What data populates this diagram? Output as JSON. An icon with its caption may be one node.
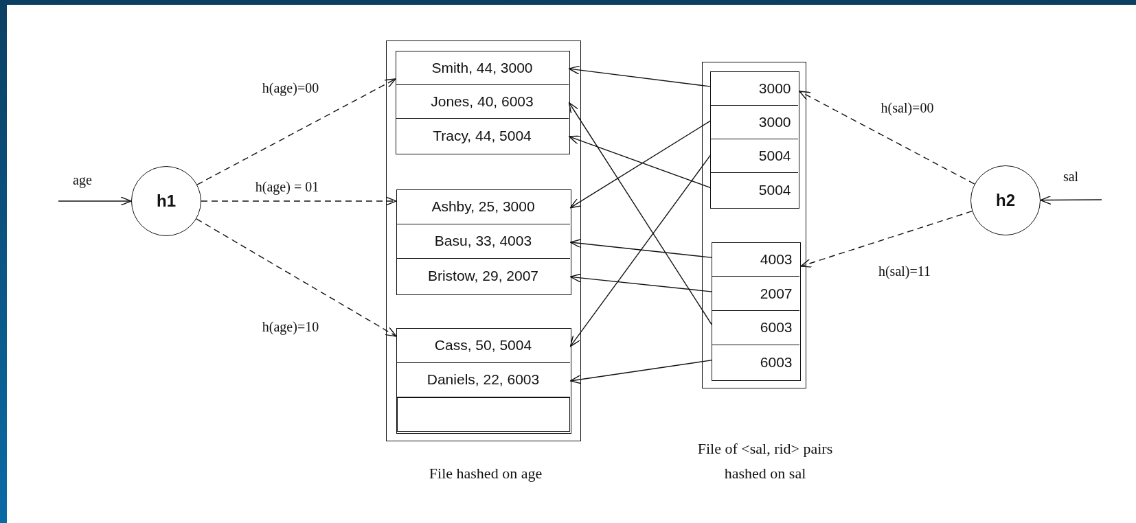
{
  "diagram": {
    "nodes": [
      {
        "text": [
          "h1"
        ]
      },
      {
        "text": [],
        "shape": "box",
        "beside": [
          "File hashed on age"
        ]
      },
      {
        "text": [],
        "shape": "box",
        "in": 1
      },
      {
        "text": [
          "Smith, 44, 3000"
        ],
        "in": 2
      },
      {
        "text": [
          "Jones, 40, 6003"
        ],
        "in": 2
      },
      {
        "text": [
          "Tracy, 44, 5004"
        ],
        "in": 2
      },
      {
        "text": [],
        "shape": "box",
        "in": 1
      },
      {
        "text": [
          "Ashby, 25, 3000"
        ],
        "in": 6
      },
      {
        "text": [
          "Basu, 33, 4003"
        ],
        "in": 6
      },
      {
        "text": [
          "Bristow, 29, 2007"
        ],
        "in": 6
      },
      {
        "text": [],
        "shape": "box",
        "in": 1
      },
      {
        "text": [
          "Cass, 50, 5004"
        ],
        "in": 10
      },
      {
        "text": [
          "Daniels, 22, 6003"
        ],
        "in": 10
      },
      {
        "text": [],
        "shape": "box",
        "in": 10
      },
      {
        "text": [],
        "shape": "box",
        "beside": [
          "File of <sal, rid> pairs hashed on sal"
        ]
      },
      {
        "text": [],
        "shape": "box",
        "in": 14
      },
      {
        "text": [
          "3000"
        ],
        "in": 15
      },
      {
        "text": [
          "3000"
        ],
        "in": 15
      },
      {
        "text": [
          "5004"
        ],
        "in": 15
      },
      {
        "text": [
          "5004"
        ],
        "in": 15
      },
      {
        "text": [],
        "shape": "box",
        "in": 14
      },
      {
        "text": [
          "4003"
        ],
        "in": 20
      },
      {
        "text": [
          "2007"
        ],
        "in": 20
      },
      {
        "text": [
          "6003"
        ],
        "in": 20
      },
      {
        "text": [
          "6003"
        ],
        "in": 20
      },
      {
        "text": [
          "h2"
        ]
      }
    ],
    "edges": [
      {
        "from": null,
        "to": 0,
        "arrow": "to",
        "label": "age"
      },
      {
        "from": 0,
        "to": 2,
        "arrow": "to",
        "label": "h(age)=00",
        "style": "dashed"
      },
      {
        "from": 0,
        "to": 6,
        "arrow": "to",
        "label": "h(age) = 01",
        "style": "dashed"
      },
      {
        "from": 0,
        "to": 10,
        "arrow": "to",
        "label": "h(age)=10",
        "style": "dashed"
      },
      {
        "from": null,
        "to": 25,
        "arrow": "to",
        "label": "sal"
      },
      {
        "from": 25,
        "to": 15,
        "arrow": "to",
        "label": "h(sal)=00",
        "style": "dashed"
      },
      {
        "from": 25,
        "to": 20,
        "arrow": "to",
        "label": "h(sal)=11",
        "style": "dashed"
      },
      {
        "from": 16,
        "to": 3,
        "arrow": "to"
      },
      {
        "from": 17,
        "to": 7,
        "arrow": "to"
      },
      {
        "from": 18,
        "to": 11,
        "arrow": "to"
      },
      {
        "from": 19,
        "to": 5,
        "arrow": "to"
      },
      {
        "from": 21,
        "to": 8,
        "arrow": "to"
      },
      {
        "from": 22,
        "to": 9,
        "arrow": "to"
      },
      {
        "from": 23,
        "to": 4,
        "arrow": "to"
      },
      {
        "from": 24,
        "to": 12,
        "arrow": "to"
      }
    ]
  }
}
